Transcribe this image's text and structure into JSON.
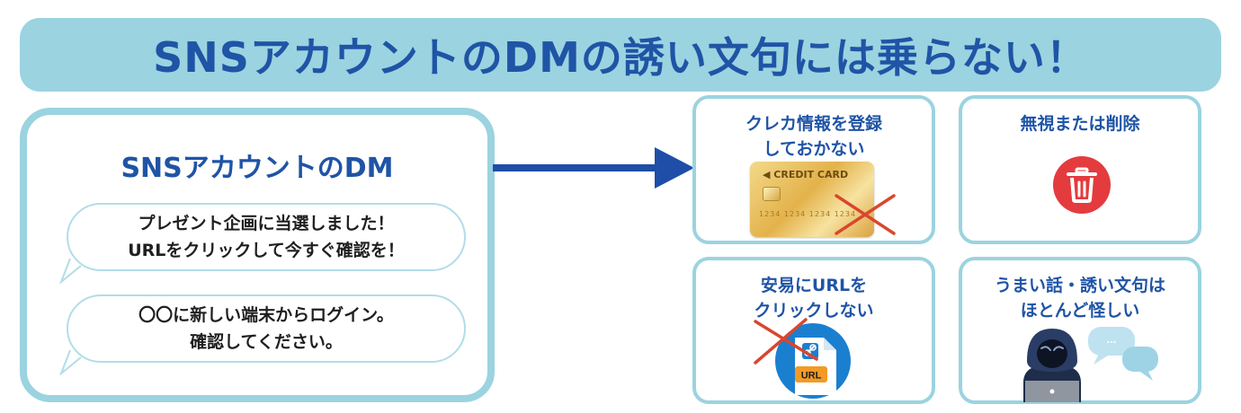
{
  "banner": {
    "title": "SNSアカウントのDMの誘い文句には乗らない！"
  },
  "dm_panel": {
    "title": "SNSアカウントのDM",
    "messages": [
      "プレゼント企画に当選しました！\nURLをクリックして今すぐ確認を！",
      "〇〇に新しい端末からログイン。\n確認してください。"
    ]
  },
  "advice": [
    {
      "title": "クレカ情報を登録\nしておかない",
      "icon": "credit-card-crossed-icon"
    },
    {
      "title": "無視または削除",
      "icon": "trash-icon"
    },
    {
      "title": "安易にURLを\nクリックしない",
      "icon": "url-link-crossed-icon"
    },
    {
      "title": "うまい話・誘い文句は\nほとんど怪しい",
      "icon": "hacker-icon"
    }
  ],
  "credit_card": {
    "label": "◀ CREDIT CARD",
    "number": "1234 1234 1234 1234"
  },
  "url_badge": {
    "label": "URL"
  },
  "chat_bubble": {
    "text": "..."
  },
  "colors": {
    "accent": "#9bd3e0",
    "title_blue": "#1f54a6",
    "arrow_blue": "#1e4ea8",
    "danger_red": "#e43b3f"
  }
}
